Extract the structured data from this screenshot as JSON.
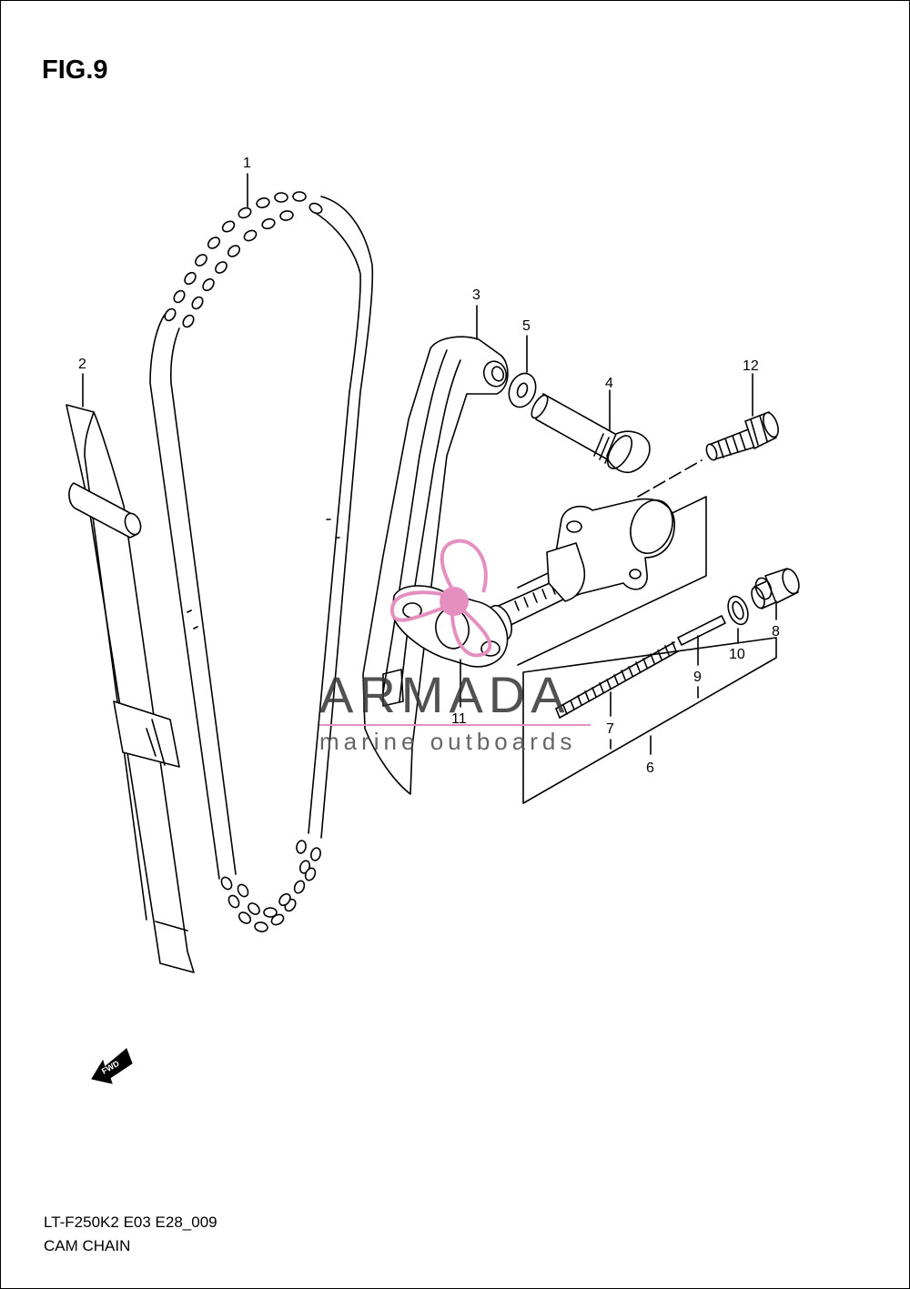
{
  "figure": {
    "title": "FIG.9"
  },
  "footer": {
    "code": "LT-F250K2 E03 E28_009",
    "name": "CAM CHAIN"
  },
  "callouts": [
    "1",
    "2",
    "3",
    "4",
    "5",
    "6",
    "7",
    "8",
    "9",
    "10",
    "11",
    "12"
  ],
  "watermark": {
    "brand": "ARMADA",
    "tagline": "marine outboards",
    "accent_color": "#e58fc0"
  },
  "fwd_marker": {
    "text": "FWD",
    "icon": "fwd-arrow-icon"
  },
  "colors": {
    "ink": "#000000",
    "paper": "#ffffff"
  }
}
